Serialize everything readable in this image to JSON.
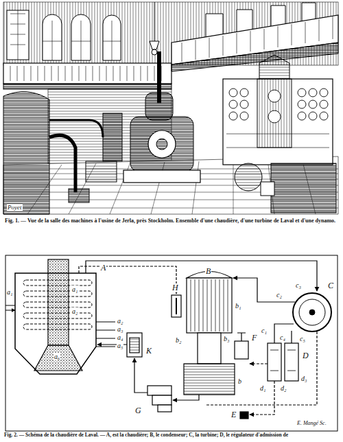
{
  "diagram": {
    "caption": "Fig. 2. — Schéma de la chaudière de Laval. — A, est la chaudière; B, le condenseur; C, la turbine; D, le régulateur d'admission de",
    "labels": [
      "Poyet",
      "Fig. 1. — Vue de la salle des machines à l'usine de Jerla, près Stockholm. Ensemble d'une chaudière, d'une turbine de Laval et d'une dynamo.",
      "A",
      "a₁",
      "a₁",
      "a₂",
      "a₂",
      "a₃",
      "a₄",
      "a₅",
      "a₆",
      "K",
      "H",
      "B",
      "b₁",
      "b₂",
      "b₃",
      "b",
      "F",
      "G",
      "E",
      "D",
      "d₁",
      "d₂",
      "d₃",
      "C",
      "c₁",
      "c₂",
      "c₃",
      "c₄",
      "c₅",
      "E. Mangé Sc."
    ]
  }
}
